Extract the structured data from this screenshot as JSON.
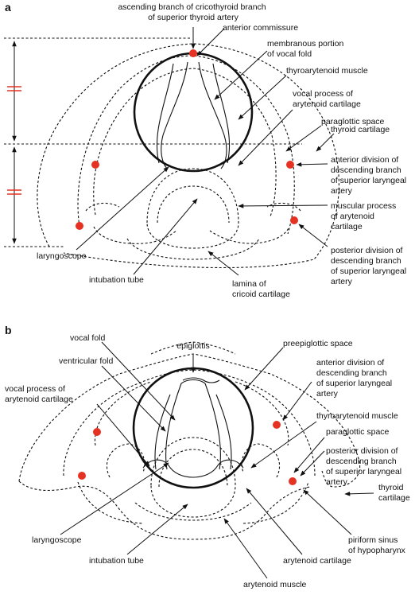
{
  "panel_a": {
    "letter": "a",
    "labels": {
      "ascending_branch": [
        "ascending branch of cricothyroid branch",
        "of superior thyroid artery"
      ],
      "anterior_commissure": [
        "anterior commissure"
      ],
      "membranous_vocal_fold": [
        "membranous portion",
        "of vocal fold"
      ],
      "thyroarytenoid": [
        "thyroarytenoid muscle"
      ],
      "vocal_process": [
        "vocal process of",
        "arytenoid cartilage"
      ],
      "paraglottic": [
        "paraglottic space"
      ],
      "thyroid_cartilage": [
        "thyroid cartilage"
      ],
      "anterior_division": [
        "anterior division of",
        "descending branch",
        "of superior laryngeal",
        "artery"
      ],
      "muscular_process": [
        "muscular process",
        "of arytenoid",
        "cartilage"
      ],
      "posterior_division": [
        "posterior division of",
        "descending branch",
        "of superior laryngeal",
        "artery"
      ],
      "laryngoscope": [
        "laryngoscope"
      ],
      "intubation_tube": [
        "intubation tube"
      ],
      "lamina_cricoid": [
        "lamina of",
        "cricoid cartilage"
      ]
    }
  },
  "panel_b": {
    "letter": "b",
    "labels": {
      "epiglottis": [
        "epiglottis"
      ],
      "vocal_fold": [
        "vocal fold"
      ],
      "ventricular_fold": [
        "ventricular fold"
      ],
      "vocal_process": [
        "vocal process of",
        "arytenoid cartilage"
      ],
      "preepiglottic": [
        "preepiglottic space"
      ],
      "anterior_division": [
        "anterior division of",
        "descending branch",
        "of superior laryngeal",
        "artery"
      ],
      "thyroarytenoid": [
        "thyroarytenoid muscle"
      ],
      "paraglottic": [
        "paraglottic space"
      ],
      "posterior_division": [
        "posterior division of",
        "descending branch",
        "of superior laryngeal",
        "artery"
      ],
      "thyroid_cartilage": [
        "thyroid",
        "cartilage"
      ],
      "piriform_sinus": [
        "piriform sinus",
        "of hypopharynx"
      ],
      "laryngoscope": [
        "laryngoscope"
      ],
      "intubation_tube": [
        "intubation tube"
      ],
      "arytenoid_cartilage": [
        "arytenoid cartilage"
      ],
      "arytenoid_muscle": [
        "arytenoid muscle"
      ]
    }
  },
  "colors": {
    "artery_dot": "#e53222",
    "line": "#111111"
  }
}
